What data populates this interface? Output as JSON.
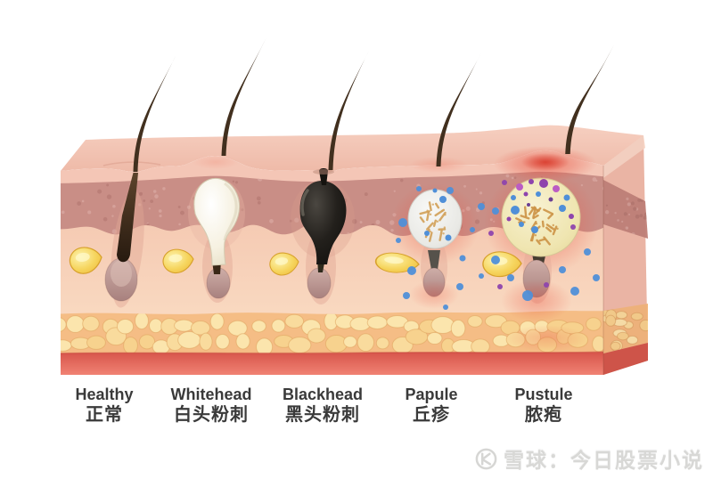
{
  "illustration": {
    "name": "skin-cross-section-acne-types",
    "description": "3D skin block cross-section showing five hair follicles: healthy, whitehead, blackhead, papule, pustule",
    "stages": [
      {
        "id": "healthy",
        "en": "Healthy",
        "zh": "正常"
      },
      {
        "id": "whitehead",
        "en": "Whitehead",
        "zh": "白头粉刺"
      },
      {
        "id": "blackhead",
        "en": "Blackhead",
        "zh": "黑头粉刺"
      },
      {
        "id": "papule",
        "en": "Papule",
        "zh": "丘疹"
      },
      {
        "id": "pustule",
        "en": "Pustule",
        "zh": "脓疱"
      }
    ]
  },
  "watermark": {
    "logo": "xueqiu-logo-icon",
    "text": "雪球：今日股票小说"
  },
  "colors": {
    "label_text": "#3a3a3a",
    "skin_surface": "#f2c0ae",
    "dermis_band": "#c98e86",
    "fat_layer": "#f5bd85",
    "muscle_layer": "#e05448",
    "inflammation_red": "#e8503f",
    "bacteria_orange": "#cd9447",
    "dot_blue": "#4f8fd8",
    "dot_purple": "#8e44ad",
    "sebum_yellow": "#f6d55e",
    "watermark_gray": "#d8d8d6"
  }
}
